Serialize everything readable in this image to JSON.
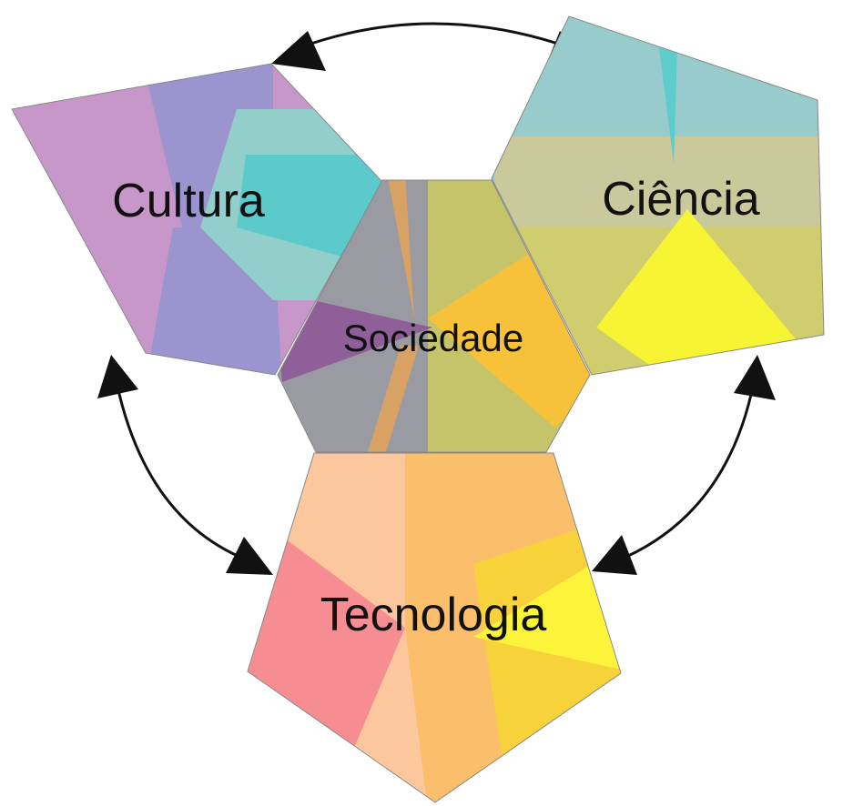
{
  "nodes": {
    "cultura": {
      "label": "Cultura",
      "colors": [
        "#c897c9",
        "#9b94cf",
        "#93cfca",
        "#5cc9cb"
      ]
    },
    "ciencia": {
      "label": "Ciência",
      "colors": [
        "#98cbcb",
        "#c9c99c",
        "#cfcd6e",
        "#f6f433"
      ]
    },
    "sociedade": {
      "label": "Sociedade",
      "colors": [
        "#9a9aa3",
        "#c6c46a",
        "#8e5f99",
        "#f7c13a",
        "#d8a264"
      ]
    },
    "tecnologia": {
      "label": "Tecnologia",
      "colors": [
        "#f58d93",
        "#fcc79d",
        "#fbbf6c",
        "#f8d23a",
        "#fbf43a"
      ]
    }
  },
  "connections": [
    {
      "from": "cultura",
      "to": "ciencia",
      "style": "double-arrow"
    },
    {
      "from": "cultura",
      "to": "tecnologia",
      "style": "double-arrow"
    },
    {
      "from": "ciencia",
      "to": "tecnologia",
      "style": "double-arrow"
    }
  ],
  "arrow_color": "#111111"
}
